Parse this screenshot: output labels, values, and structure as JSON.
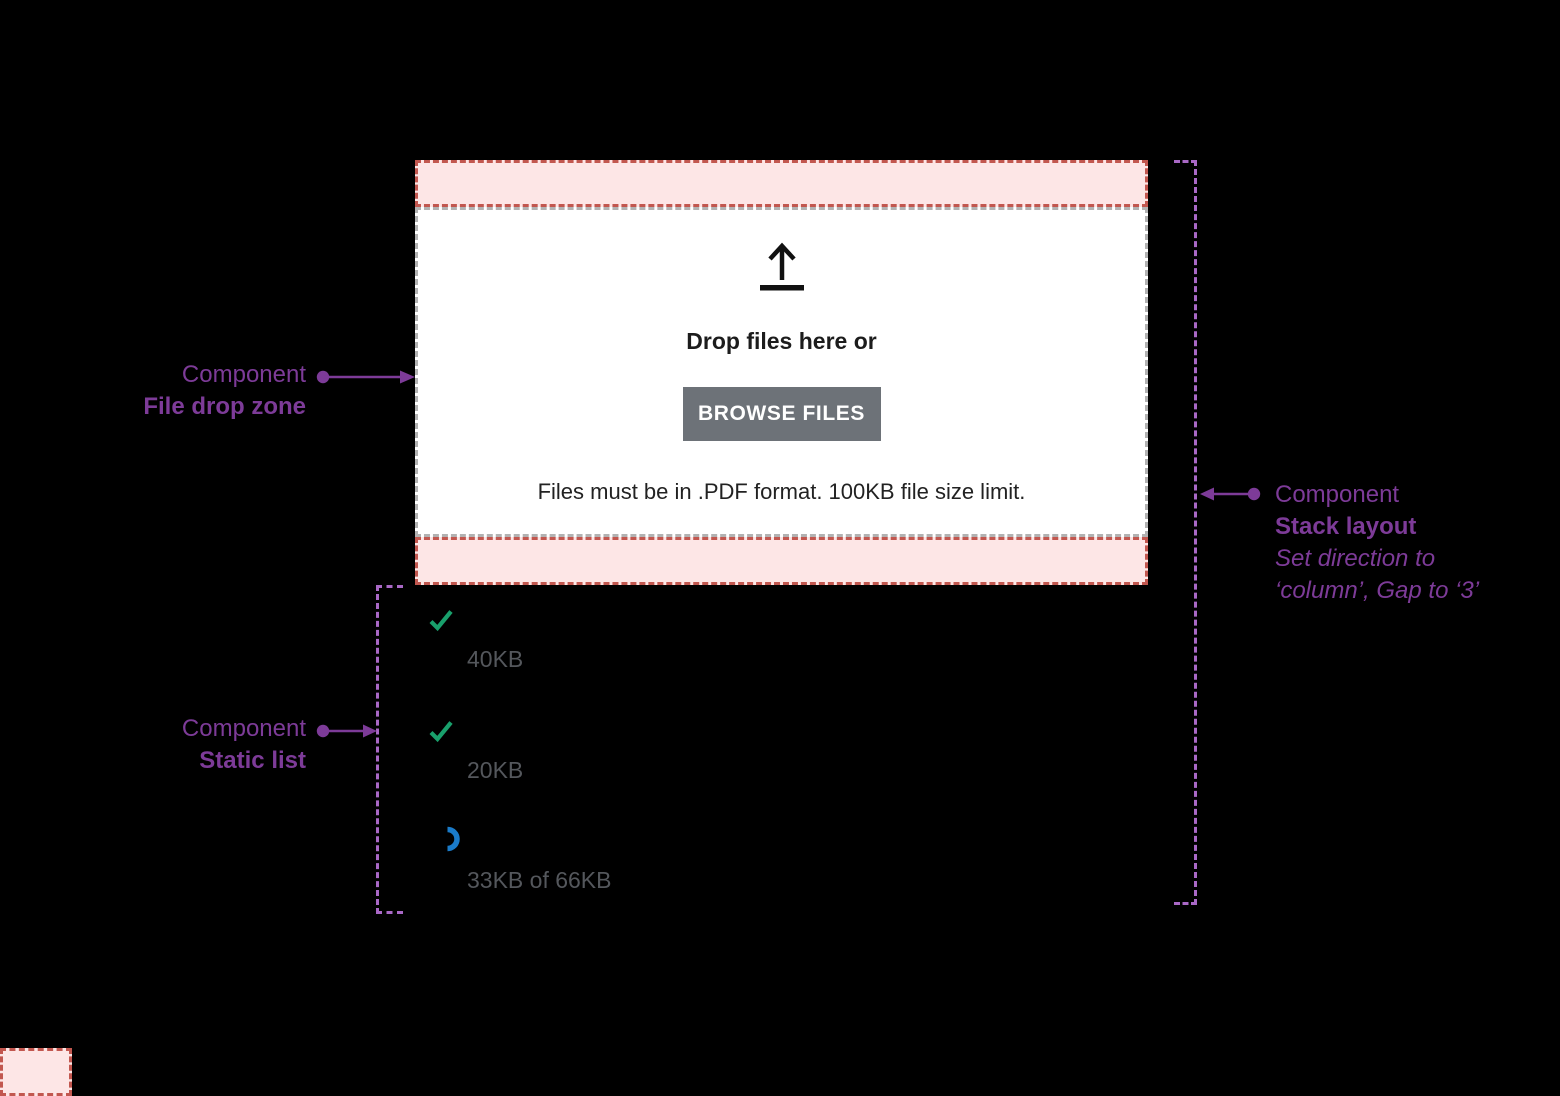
{
  "drop_zone": {
    "icon": "upload-arrow-icon",
    "heading": "Drop files here or",
    "button_label": "BROWSE FILES",
    "helper_text": "Files must be in .PDF format. 100KB file size limit."
  },
  "file_list": {
    "items": [
      {
        "status": "complete",
        "icon": "check-icon",
        "size_label": "40KB"
      },
      {
        "status": "complete",
        "icon": "check-icon",
        "size_label": "20KB"
      },
      {
        "status": "uploading",
        "icon": "spinner-icon",
        "size_label": "33KB of 66KB"
      }
    ]
  },
  "annotations": {
    "file_drop_zone": {
      "kicker": "Component",
      "title": "File drop zone"
    },
    "static_list": {
      "kicker": "Component",
      "title": "Static list"
    },
    "stack_layout": {
      "kicker": "Component",
      "title": "Stack layout",
      "note_line1": "Set direction to",
      "note_line2": "‘column’, Gap to ‘3’"
    }
  },
  "colors": {
    "annotation_purple": "#7d3b98",
    "outline_purple": "#a968c6",
    "padding_pink": "#fde6e6",
    "padding_border_red": "#c2574f",
    "dropzone_dash_gray": "#b2b2b2",
    "button_gray": "#6d7278",
    "check_green": "#19a06c",
    "spinner_blue": "#1a7bc9",
    "size_text_gray": "#54575c",
    "background": "#000000"
  }
}
